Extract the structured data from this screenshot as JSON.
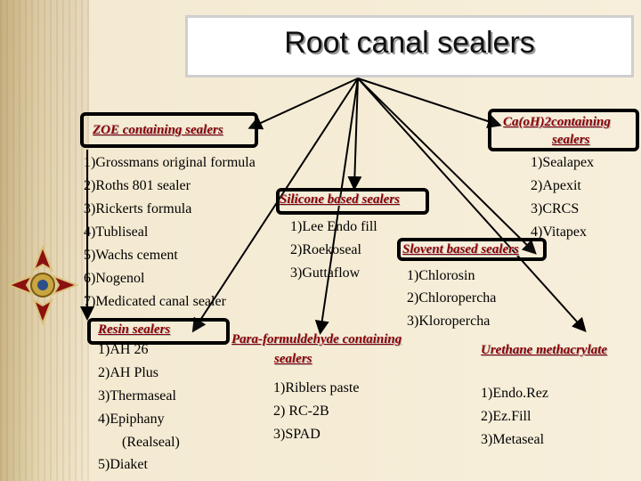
{
  "title": "Root canal sealers",
  "groups": {
    "zoe": {
      "header": "ZOE containing sealers",
      "items": [
        "1)Grossmans original formula",
        "2)Roths 801 sealer",
        "3)Rickerts formula",
        "4)Tubliseal",
        "5)Wachs cement",
        "6)Nogenol",
        "7)Medicated canal sealer"
      ]
    },
    "caoh": {
      "header_line1": "Ca(oH)2containing",
      "header_line2": "sealers",
      "items": [
        "1)Sealapex",
        "2)Apexit",
        "3)CRCS",
        "4)Vitapex"
      ]
    },
    "silicone": {
      "header": "Silicone based sealers",
      "items": [
        "1)Lee Endo fill",
        "2)Roekoseal",
        "3)Guttaflow"
      ]
    },
    "solvent": {
      "header": "Slovent based sealers",
      "items": [
        "1)Chlorosin",
        "2)Chloropercha",
        "3)Kloropercha"
      ]
    },
    "resin": {
      "header": "Resin sealers",
      "items": [
        "1)AH 26",
        "2)AH Plus",
        "3)Thermaseal",
        "4)Epiphany",
        "(Realseal)",
        "5)Diaket"
      ]
    },
    "para": {
      "header_line1": "Para-formuldehyde containing",
      "header_line2": "sealers",
      "items": [
        "1)Riblers paste",
        "2) RC-2B",
        "3)SPAD"
      ]
    },
    "urethane": {
      "header": "Urethane methacrylate",
      "items": [
        "1)Endo.Rez",
        "2)Ez.Fill",
        "3)Metaseal"
      ]
    }
  }
}
